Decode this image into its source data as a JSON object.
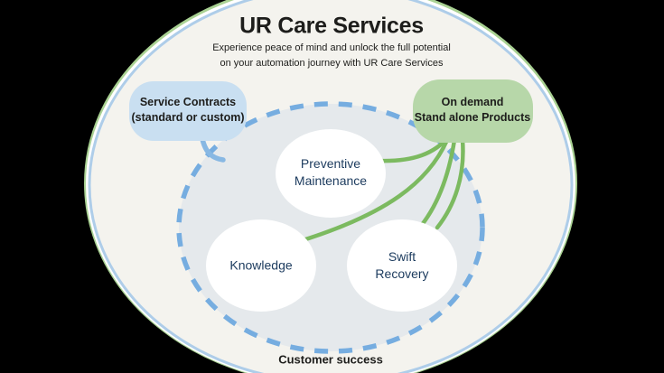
{
  "title": "UR Care Services",
  "subtitle": {
    "line1": "Experience peace of mind and unlock the full potential",
    "line2": "on your automation journey with UR Care Services"
  },
  "bubbles": {
    "service_contracts": {
      "line1": "Service Contracts",
      "line2": "(standard or custom)"
    },
    "on_demand": {
      "line1": "On demand",
      "line2": "Stand alone Products"
    }
  },
  "circles": {
    "preventive_maintenance": {
      "line1": "Preventive",
      "line2": "Maintenance"
    },
    "knowledge": {
      "label": "Knowledge"
    },
    "swift_recovery": {
      "line1": "Swift",
      "line2": "Recovery"
    }
  },
  "footer_label": "Customer success",
  "colors": {
    "outer_fill": "#f4f3ee",
    "outer_ring_blue": "#aecde9",
    "outer_ring_green": "#a9d193",
    "dashed_fill": "#e5e9ec",
    "dashed_stroke": "#76ade0",
    "service_bubble": "#c9dff1",
    "on_demand_bubble": "#b7d7a9",
    "connector_green": "#7cba60",
    "connector_blue": "#88b8e3",
    "circle_fill": "#ffffff",
    "circle_text": "#1c3b5e",
    "text_dark": "#1d1d1b"
  }
}
